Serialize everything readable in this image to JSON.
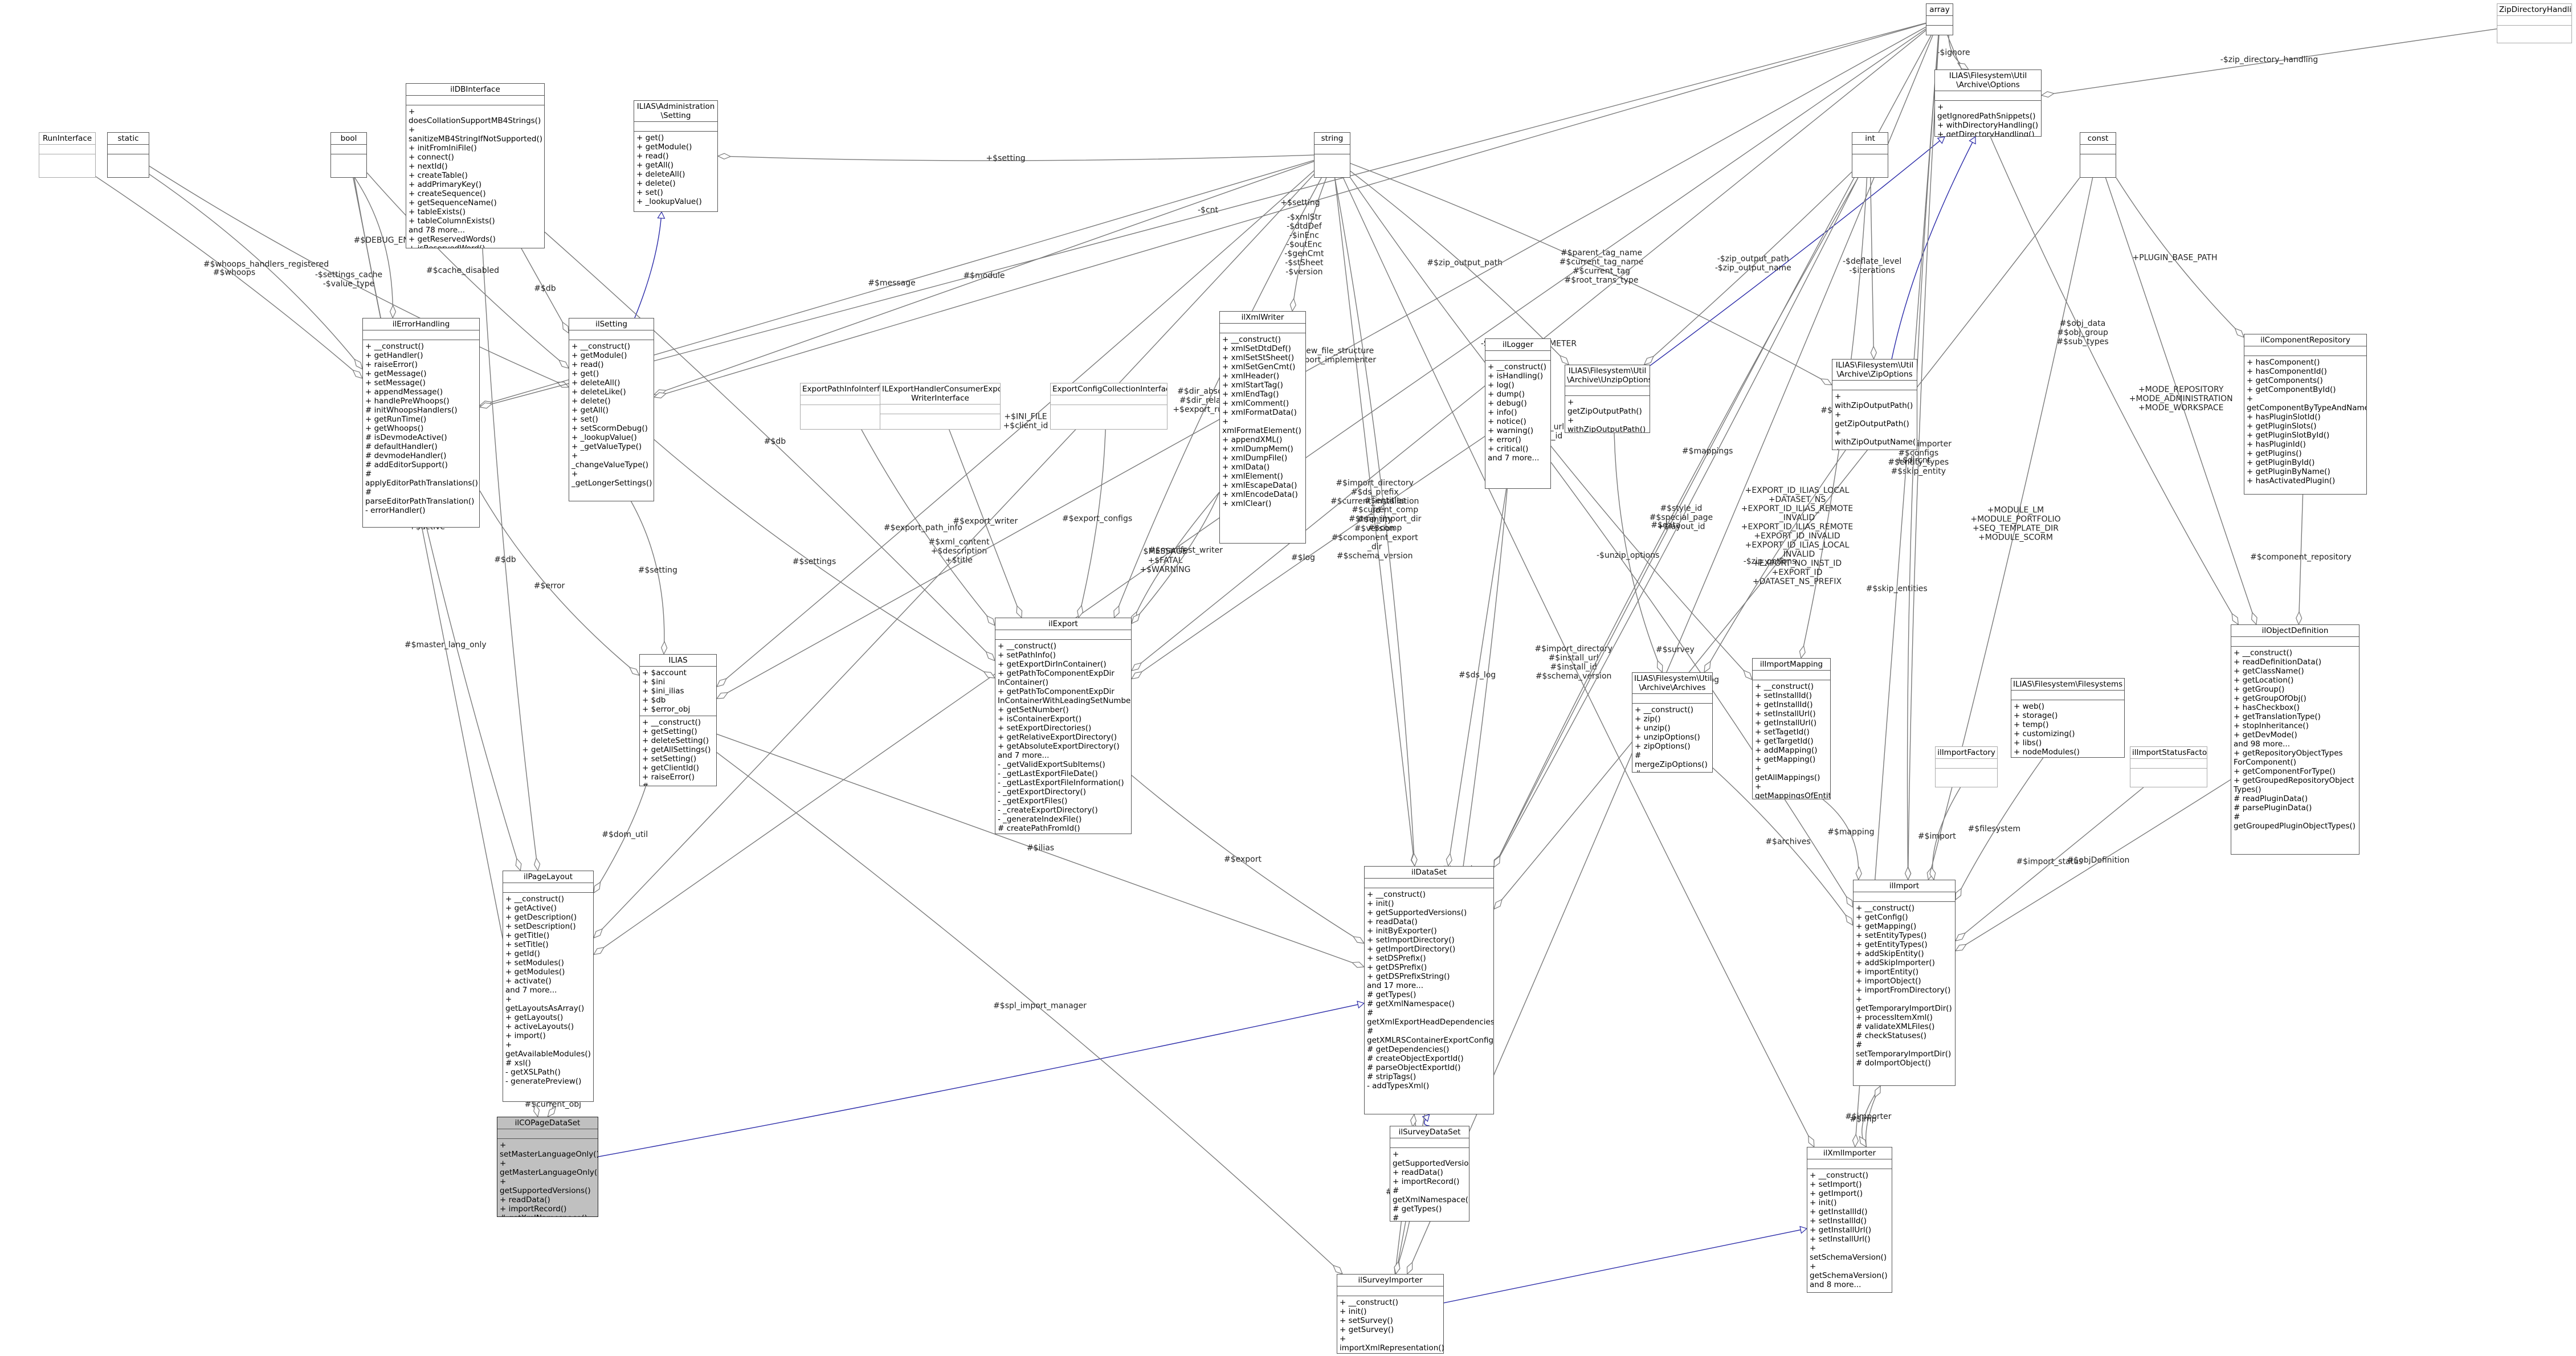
{
  "diagram": {
    "nodes": [
      {
        "id": "array",
        "title": "array",
        "attrs": "",
        "ops": ""
      },
      {
        "id": "zipdir",
        "title": "ZipDirectoryHandling",
        "attrs": "",
        "ops": "",
        "grey": true
      },
      {
        "id": "options",
        "title": "ILIAS\\Filesystem\\Util\n\\Archive\\Options",
        "attrs": "",
        "ops": "+ getIgnoredPathSnippets()\n+ withDirectoryHandling()\n+ getDirectoryHandling()"
      },
      {
        "id": "runiface",
        "title": "RunInterface",
        "attrs": "",
        "ops": "",
        "grey": true
      },
      {
        "id": "static",
        "title": "static",
        "attrs": "",
        "ops": ""
      },
      {
        "id": "bool",
        "title": "bool",
        "attrs": "",
        "ops": ""
      },
      {
        "id": "ildbi",
        "title": "ilDBInterface",
        "attrs": "",
        "ops": "+ doesCollationSupportMB4Strings()\n+ sanitizeMB4StringIfNotSupported()\n+ initFromIniFile()\n+ connect()\n+ nextId()\n+ createTable()\n+ addPrimaryKey()\n+ createSequence()\n+ getSequenceName()\n+ tableExists()\n+ tableColumnExists()\nand 78 more...\n+ getReservedWords()\n+ isReservedWord()"
      },
      {
        "id": "setting",
        "title": "ILIAS\\Administration\n\\Setting",
        "attrs": "",
        "ops": "+ get()\n+ getModule()\n+ read()\n+ getAll()\n+ deleteAll()\n+ delete()\n+ set()\n+ _lookupValue()"
      },
      {
        "id": "string",
        "title": "string",
        "attrs": "",
        "ops": ""
      },
      {
        "id": "int",
        "title": "int",
        "attrs": "",
        "ops": ""
      },
      {
        "id": "const",
        "title": "const",
        "attrs": "",
        "ops": ""
      },
      {
        "id": "ilerrh",
        "title": "ilErrorHandling",
        "attrs": "",
        "ops": "+ __construct()\n+ getHandler()\n+ raiseError()\n+ getMessage()\n+ setMessage()\n+ appendMessage()\n+ handlePreWhoops()\n# initWhoopsHandlers()\n+ getRunTime()\n+ getWhoops()\n# isDevmodeActive()\n# defaultHandler()\n# devmodeHandler()\n# addEditorSupport()\n# applyEditorPathTranslations()\n# parseEditorPathTranslation()\n- errorHandler()"
      },
      {
        "id": "ilsetting",
        "title": "ilSetting",
        "attrs": "",
        "ops": "+ __construct()\n+ getModule()\n+ read()\n+ get()\n+ deleteAll()\n+ deleteLike()\n+ delete()\n+ getAll()\n+ set()\n+ setScormDebug()\n+ _lookupValue()\n+ _getValueType()\n+ _changeValueType()\n+ _getLongerSettings()"
      },
      {
        "id": "xmlwriter",
        "title": "ilXmlWriter",
        "attrs": "",
        "ops": "+ __construct()\n+ xmlSetDtdDef()\n+ xmlSetStSheet()\n+ xmlSetGenCmt()\n+ xmlHeader()\n+ xmlStartTag()\n+ xmlEndTag()\n+ xmlComment()\n+ xmlFormatData()\n+ xmlFormatElement()\n+ appendXML()\n+ xmlDumpMem()\n+ xmlDumpFile()\n+ xmlData()\n+ xmlElement()\n+ xmlEscapeData()\n+ xmlEncodeData()\n+ xmlClear()"
      },
      {
        "id": "exppath",
        "title": "ExportPathInfoInterface",
        "attrs": "",
        "ops": "",
        "grey": true
      },
      {
        "id": "exphandler",
        "title": "ILExportHandlerConsumerExport\nWriterInterface",
        "attrs": "",
        "ops": "",
        "grey": true
      },
      {
        "id": "expcfg",
        "title": "ExportConfigCollectionInterface",
        "attrs": "",
        "ops": "",
        "grey": true
      },
      {
        "id": "illogger",
        "title": "ilLogger",
        "attrs": "",
        "ops": "+ __construct()\n+ isHandling()\n+ log()\n+ dump()\n+ debug()\n+ info()\n+ notice()\n+ warning()\n+ error()\n+ critical()\nand 7 more..."
      },
      {
        "id": "unzipopt",
        "title": "ILIAS\\Filesystem\\Util\n\\Archive\\UnzipOptions",
        "attrs": "",
        "ops": "+ getZipOutputPath()\n+ withZipOutputPath()\n+ isOverwrite()\n+ withOverwrite()"
      },
      {
        "id": "zipopt",
        "title": "ILIAS\\Filesystem\\Util\n\\Archive\\ZipOptions",
        "attrs": "",
        "ops": "+ withZipOutputPath()\n+ getZipOutputPath()\n+ withZipOutputName()\n+ getZipOutputName()\n+ getIterations()\n+ withDeflateLevel()\n+ getDeflateLevel()"
      },
      {
        "id": "comprepo",
        "title": "ilComponentRepository",
        "attrs": "",
        "ops": "+ hasComponent()\n+ hasComponentId()\n+ getComponents()\n+ getComponentById()\n+ getComponentByTypeAndName()\n+ hasPluginSlotId()\n+ getPluginSlots()\n+ getPluginSlotById()\n+ hasPluginId()\n+ getPlugins()\n+ getPluginById()\n+ getPluginByName()\n+ hasActivatedPlugin()"
      },
      {
        "id": "ilias",
        "title": "ILIAS",
        "attrs": "+ $account\n+ $ini\n+ $ini_ilias\n+ $db\n+ $error_obj",
        "ops": "+ __construct()\n+ getSetting()\n+ deleteSetting()\n+ getAllSettings()\n+ setSetting()\n+ getClientId()\n+ raiseError()\n# getSettingObject()"
      },
      {
        "id": "ilexport",
        "title": "ilExport",
        "attrs": "",
        "ops": "+ __construct()\n+ setPathInfo()\n+ getExportDirInContainer()\n+ getPathToComponentExpDir\nInContainer()\n+ getPathToComponentExpDir\nInContainerWithLeadingSetNumber()\n+ getSetNumber()\n+ isContainerExport()\n+ setExportDirectories()\n+ getRelativeExportDirectory()\n+ getAbsoluteExportDirectory()\nand 7 more...\n- _getValidExportSubItems()\n- _getLastExportFileDate()\n- _getLastExportFileInformation()\n- _getExportDirectory()\n- _getExportFiles()\n- _createExportDirectory()\n- _generateIndexFile()\n# createPathFromId()"
      },
      {
        "id": "archives",
        "title": "ILIAS\\Filesystem\\Util\n\\Archive\\Archives",
        "attrs": "",
        "ops": "+ __construct()\n+ zip()\n+ unzip()\n+ unzipOptions()\n+ zipOptions()\n# mergeZipOptions()\n# mergeUnzipOptions()"
      },
      {
        "id": "impmapping",
        "title": "ilImportMapping",
        "attrs": "",
        "ops": "+ __construct()\n+ setInstallId()\n+ getInstallId()\n+ setInstallUrl()\n+ getInstallUrl()\n+ setTagetId()\n+ getTargetId()\n+ addMapping()\n+ getMapping()\n+ getAllMappings()\n+ getMappingsOfEntity()"
      },
      {
        "id": "fsys",
        "title": "ILIAS\\Filesystem\\Filesystems",
        "attrs": "",
        "ops": "+ web()\n+ storage()\n+ temp()\n+ customizing()\n+ libs()\n+ nodeModules()"
      },
      {
        "id": "objdef",
        "title": "ilObjectDefinition",
        "attrs": "",
        "ops": "+ __construct()\n+ readDefinitionData()\n+ getClassName()\n+ getLocation()\n+ getGroup()\n+ getGroupOfObj()\n+ hasCheckbox()\n+ getTranslationType()\n+ stopInheritance()\n+ getDevMode()\nand 98 more...\n+ getRepositoryObjectTypes\nForComponent()\n+ getComponentForType()\n+ getGroupedRepositoryObject\nTypes()\n# readPluginData()\n# parsePluginData()\n# getGroupedPluginObjectTypes()"
      },
      {
        "id": "impfactory",
        "title": "ilImportFactory",
        "attrs": "",
        "ops": "",
        "grey": true
      },
      {
        "id": "impstatus",
        "title": "ilImportStatusFactory",
        "attrs": "",
        "ops": "",
        "grey": true
      },
      {
        "id": "pagelayout",
        "title": "ilPageLayout",
        "attrs": "",
        "ops": "+ __construct()\n+ getActive()\n+ getDescription()\n+ setDescription()\n+ getTitle()\n+ setTitle()\n+ getId()\n+ setModules()\n+ getModules()\n+ activate()\nand 7 more...\n+ getLayoutsAsArray()\n+ getLayouts()\n+ activeLayouts()\n+ import()\n+ getAvailableModules()\n# xsl()\n- getXSLPath()\n- generatePreview()"
      },
      {
        "id": "dataset",
        "title": "ilDataSet",
        "attrs": "",
        "ops": "+ __construct()\n+ init()\n+ getSupportedVersions()\n+ readData()\n+ initByExporter()\n+ setImportDirectory()\n+ getImportDirectory()\n+ setDSPrefix()\n+ getDSPrefix()\n+ getDSPrefixString()\nand 17 more...\n# getTypes()\n# getXmlNamespace()\n# getXmlExportHeadDependencies()\n# getXMLRSContainerExportConfig()\n# getDependencies()\n# createObjectExportId()\n# parseObjectExportId()\n# stripTags()\n- addTypesXml()"
      },
      {
        "id": "ilimport",
        "title": "ilImport",
        "attrs": "",
        "ops": "+ __construct()\n+ getConfig()\n+ getMapping()\n+ setEntityTypes()\n+ getEntityTypes()\n+ addSkipEntity()\n+ addSkipImporter()\n+ importEntity()\n+ importObject()\n+ importFromDirectory()\n+ getTemporaryImportDir()\n+ processItemXml()\n# validateXMLFiles()\n# checkStatuses()\n# setTemporaryImportDir()\n# doImportObject()"
      },
      {
        "id": "copage",
        "title": "ilCOPageDataSet",
        "attrs": "",
        "ops": "+ setMasterLanguageOnly()\n+ getMasterLanguageOnly()\n+ getSupportedVersions()\n+ readData()\n+ importRecord()\n# getXmlNamespace()\n# getTypes()\n# getDependencies()",
        "hl": true
      },
      {
        "id": "surveyds",
        "title": "ilSurveyDataSet",
        "attrs": "",
        "ops": "+ getSupportedVersions()\n+ readData()\n+ importRecord()\n# getXmlNamespace()\n# getTypes()\n# getDependencies()"
      },
      {
        "id": "xmlimporter",
        "title": "ilXmlImporter",
        "attrs": "",
        "ops": "+ __construct()\n+ setImport()\n+ getImport()\n+ init()\n+ getInstallId()\n+ setInstallId()\n+ getInstallUrl()\n+ setInstallUrl()\n+ setSchemaVersion()\n+ getSchemaVersion()\nand 8 more..."
      },
      {
        "id": "surveyimp",
        "title": "ilSurveyImporter",
        "attrs": "",
        "ops": "+ __construct()\n+ init()\n+ setSurvey()\n+ getSurvey()\n+ importXmlRepresentation()\n# parseXmlFileNames()"
      }
    ],
    "edges": [
      {
        "from": "copage",
        "to": "dataset",
        "inherit": true,
        "label": ""
      },
      {
        "from": "surveyds",
        "to": "dataset",
        "inherit": true,
        "label": ""
      },
      {
        "from": "surveyimp",
        "to": "xmlimporter",
        "inherit": true,
        "label": ""
      },
      {
        "from": "ilsetting",
        "to": "setting",
        "inherit": true,
        "label": ""
      },
      {
        "from": "unzipopt",
        "to": "options",
        "inherit": true,
        "label": ""
      },
      {
        "from": "zipopt",
        "to": "options",
        "inherit": true,
        "label": ""
      },
      {
        "from": "array",
        "to": "options",
        "label": "-$ignore"
      },
      {
        "from": "zipdir",
        "to": "options",
        "label": "-$zip_directory_handling"
      },
      {
        "from": "pagelayout",
        "to": "copage",
        "label": "#$current_obj"
      },
      {
        "from": "dataset",
        "to": "surveyimp",
        "label": "#$ds"
      },
      {
        "from": "ilimport",
        "to": "xmlimporter",
        "label": "#$imp"
      },
      {
        "from": "xmlimporter",
        "to": "ilimport",
        "label": "#$importer"
      },
      {
        "from": "surveyimp",
        "to": "dataset",
        "label": "#$import"
      },
      {
        "from": "ilias",
        "to": "pagelayout",
        "label": "#$dom_util"
      },
      {
        "from": "ilsetting",
        "to": "ilias",
        "label": "#$setting"
      },
      {
        "from": "ilerrh",
        "to": "ilias",
        "label": "#$error"
      },
      {
        "from": "ildbi",
        "to": "pagelayout",
        "label": "#$db"
      },
      {
        "from": "ildbi",
        "to": "ilsetting",
        "label": "#$db"
      },
      {
        "from": "ildbi",
        "to": "ilexport",
        "label": "#$db"
      },
      {
        "from": "bool",
        "to": "ilerrh",
        "label": "#$DEBUG_ENV"
      },
      {
        "from": "bool",
        "to": "pagelayout",
        "label": "+$active"
      },
      {
        "from": "bool",
        "to": "ilsetting",
        "label": "#$cache_disabled"
      },
      {
        "from": "bool",
        "to": "copage",
        "label": "#$master_lang_only"
      },
      {
        "from": "runiface",
        "to": "ilerrh",
        "label": "#$whoops"
      },
      {
        "from": "static",
        "to": "ilerrh",
        "label": "#$whoops_handlers_registered"
      },
      {
        "from": "static",
        "to": "ilsetting",
        "label": "-$settings_cache\n-$value_type"
      },
      {
        "from": "string",
        "to": "ilerrh",
        "label": "#$message"
      },
      {
        "from": "string",
        "to": "ilsetting",
        "label": "#$module"
      },
      {
        "from": "string",
        "to": "pagelayout",
        "label": "#$xml_content\n+$description\n+$title"
      },
      {
        "from": "string",
        "to": "ilias",
        "label": "+$INI_FILE\n+$client_id"
      },
      {
        "from": "string",
        "to": "ilexport",
        "label": "#$dir_absolute\n#$dir_relative\n+$export_run_dir"
      },
      {
        "from": "string",
        "to": "xmlwriter",
        "label": "-$xmlStr\n-$dtdDef\n-$inEnc\n-$outEnc\n-$genCmt\n-$stSheet\n-$version"
      },
      {
        "from": "string",
        "to": "dataset",
        "label": "#$import_directory\n#$ds_prefix\n#$current_installation\n_id\n#$entity\n#$version\n#$component_export\n_dir\n#$schema_version"
      },
      {
        "from": "string",
        "to": "unzipopt",
        "label": "#$zip_output_path"
      },
      {
        "from": "string",
        "to": "zipopt",
        "label": "#$parent_tag_name\n#$current_tag_name\n#$current_tag\n#$root_trans_type"
      },
      {
        "from": "string",
        "to": "impmapping",
        "label": "-$install_url\n-$install_id"
      },
      {
        "from": "string",
        "to": "xmlimporter",
        "label": "#$import_directory\n#$install_url\n#$install_id\n#$schema_version"
      },
      {
        "from": "int",
        "to": "zipopt",
        "label": "-$deflate_level\n-$iterations"
      },
      {
        "from": "int",
        "to": "unzipopt",
        "label": "-$zip_output_path\n-$zip_output_name"
      },
      {
        "from": "int",
        "to": "impmapping",
        "label": "#$target_id"
      },
      {
        "from": "int",
        "to": "dataset",
        "label": "#$data"
      },
      {
        "from": "const",
        "to": "comprepo",
        "label": "+PLUGIN_BASE_PATH"
      },
      {
        "from": "const",
        "to": "objdef",
        "label": "+MODE_REPOSITORY\n+MODE_ADMINISTRATION\n+MODE_WORKSPACE"
      },
      {
        "from": "const",
        "to": "ilimport",
        "label": "+MODULE_LM\n+MODULE_PORTFOLIO\n+SEQ_TEMPLATE_DIR\n+MODULE_SCORM"
      },
      {
        "from": "const",
        "to": "dataset",
        "label": "+EXPORT_ID_ILIAS_LOCAL\n+DATASET_NS\n+EXPORT_ID_ILIAS_REMOTE\n_INVALID\n+EXPORT_ID_ILIAS_REMOTE\n+EXPORT_ID_INVALID\n+EXPORT_ID_ILIAS_LOCAL\n_INVALID\n+EXPORT_NO_INST_ID\n+EXPORT_ID\n+DATASET_NS_PREFIX"
      },
      {
        "from": "array",
        "to": "objdef",
        "label": "#$obj_data\n#$obj_group\n#$sub_types"
      },
      {
        "from": "array",
        "to": "ilimport",
        "label": "#$skip_importer\n#$configs\n#$entity_types\n#$skip_entity"
      },
      {
        "from": "array",
        "to": "xmlimporter",
        "label": "#$skip_entities"
      },
      {
        "from": "array",
        "to": "ilerrh",
        "label": "-$cnt"
      },
      {
        "from": "array",
        "to": "ilsetting",
        "label": "+$setting"
      },
      {
        "from": "array",
        "to": "pagelayout",
        "label": "+$modules"
      },
      {
        "from": "array",
        "to": "dataset",
        "label": "#$mappings"
      },
      {
        "from": "array",
        "to": "ilexport",
        "label": "-SENSITIVE_PARAMETER\n_NAMES"
      },
      {
        "from": "array",
        "to": "surveyimp",
        "label": "#$survey"
      },
      {
        "from": "array",
        "to": "ilias",
        "label": "+$new_file_structure\n-$export_implementer"
      },
      {
        "from": "xmlwriter",
        "to": "ilexport",
        "label": "$MESSAGE\n+$FATAL\n+$WARNING"
      },
      {
        "from": "exppath",
        "to": "ilexport",
        "label": "#$export_path_info"
      },
      {
        "from": "exphandler",
        "to": "ilexport",
        "label": "#$export_writer"
      },
      {
        "from": "expcfg",
        "to": "ilexport",
        "label": "#$export_configs"
      },
      {
        "from": "xmlwriter",
        "to": "ilexport",
        "label": "#$manifest_writer"
      },
      {
        "from": "ilsetting",
        "to": "ilexport",
        "label": "#$settings"
      },
      {
        "from": "illogger",
        "to": "ilexport",
        "label": "#$log"
      },
      {
        "from": "illogger",
        "to": "dataset",
        "label": "#$ds_log"
      },
      {
        "from": "illogger",
        "to": "ilimport",
        "label": "+$log"
      },
      {
        "from": "illogger",
        "to": "surveyimp",
        "label": "#$svy_log\n#$log"
      },
      {
        "from": "unzipopt",
        "to": "archives",
        "label": "-$unzip_options"
      },
      {
        "from": "zipopt",
        "to": "archives",
        "label": "-$zip_options"
      },
      {
        "from": "comprepo",
        "to": "objdef",
        "label": "#$component_repository"
      },
      {
        "from": "int",
        "to": "dataset",
        "label": "#$style_id\n#$special_page\n+$layout_id"
      },
      {
        "from": "string",
        "to": "dataset",
        "label": "#$entities\n#$current_comp\n#$tmp_import_dir\n#$comp"
      },
      {
        "from": "array",
        "to": "ilimport",
        "label": "+$dircnt"
      },
      {
        "from": "ilexport",
        "to": "dataset",
        "label": "#$export"
      },
      {
        "from": "ilias",
        "to": "dataset",
        "label": "#$ilias"
      },
      {
        "from": "archives",
        "to": "ilimport",
        "label": "#$archives"
      },
      {
        "from": "impmapping",
        "to": "ilimport",
        "label": "#$mapping"
      },
      {
        "from": "impfactory",
        "to": "ilimport",
        "label": "#$import"
      },
      {
        "from": "fsys",
        "to": "ilimport",
        "label": "#$filesystem"
      },
      {
        "from": "impstatus",
        "to": "ilimport",
        "label": "#$import_status"
      },
      {
        "from": "objdef",
        "to": "ilimport",
        "label": "#$objDefinition"
      },
      {
        "from": "ilias",
        "to": "surveyimp",
        "label": "#$spl_import_manager"
      },
      {
        "from": "string",
        "to": "setting",
        "label": "+$setting"
      }
    ]
  }
}
